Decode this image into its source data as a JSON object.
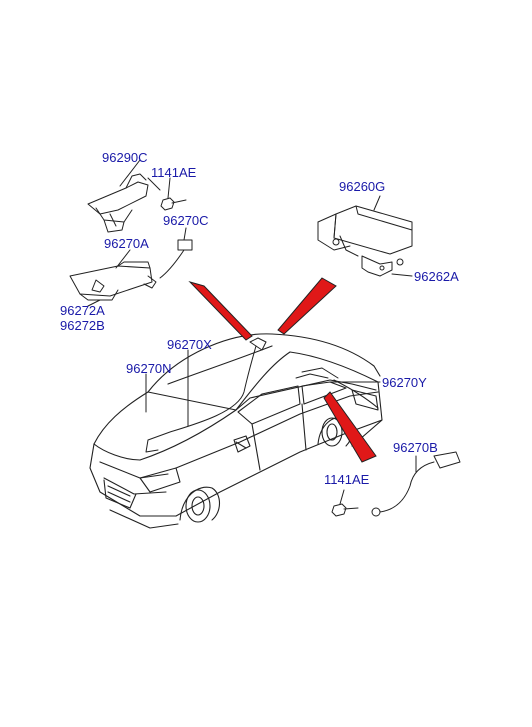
{
  "colors": {
    "label": "#1a1aa8",
    "line": "#222222",
    "pointer": "#e01818",
    "background": "#ffffff"
  },
  "labels": {
    "p96290C": "96290C",
    "p1141AE_top": "1141AE",
    "p96270C": "96270C",
    "p96270A": "96270A",
    "p96272A": "96272A",
    "p96272B": "96272B",
    "p96260G": "96260G",
    "p96262A": "96262A",
    "p96270X": "96270X",
    "p96270N": "96270N",
    "p96270Y": "96270Y",
    "p96270B": "96270B",
    "p1141AE_bottom": "1141AE"
  },
  "icons": [
    "trunk-switch-icon",
    "bolt-icon",
    "connector-icon",
    "antenna-module-icon",
    "bracket-icon",
    "sedan-car-icon",
    "roof-antenna-cable-icon",
    "antenna-cable-icon",
    "red-pointer-icon"
  ]
}
